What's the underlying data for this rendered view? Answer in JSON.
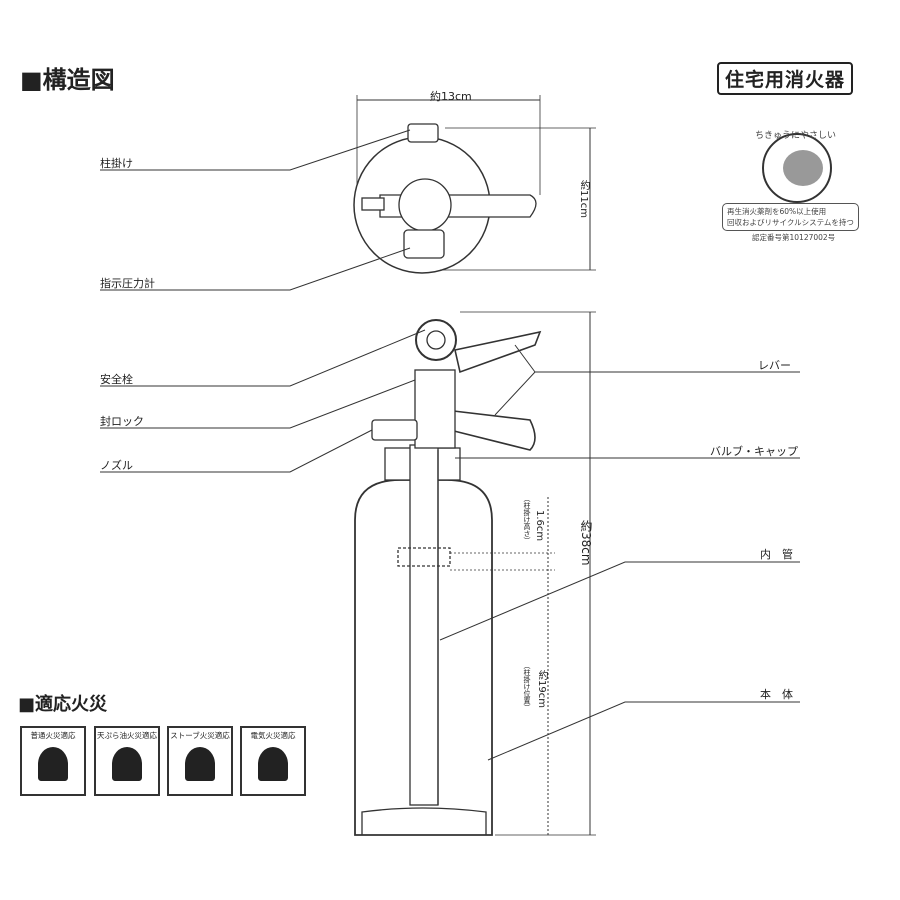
{
  "header": {
    "title": "■構造図",
    "badge": "住宅用消火器"
  },
  "eco_mark": {
    "arc_text": "ちきゅうにやさしい",
    "line1": "再生消火薬剤を60%以上使用",
    "line2": "回収およびリサイクルシステムを持つ",
    "cert": "認定番号第10127002号"
  },
  "top_view": {
    "width": "約13cm",
    "height": "約11cm"
  },
  "left_labels": [
    "柱掛け",
    "指示圧力計",
    "安全栓",
    "封ロック",
    "ノズル"
  ],
  "right_labels": [
    "レバー",
    "バルブ・キャップ",
    "内　管",
    "本　体"
  ],
  "dimensions": {
    "total": "約38cm",
    "hook_height_note": "（柱掛け高さ）",
    "hook_height": "1.6cm",
    "hook_pos_note": "（柱掛け位置）",
    "hook_pos": "約19cm"
  },
  "fire_types": {
    "title": "■適応火災",
    "items": [
      "普通火災適応",
      "天ぷら油火災適応",
      "ストーブ火災適応",
      "電気火災適応"
    ]
  }
}
